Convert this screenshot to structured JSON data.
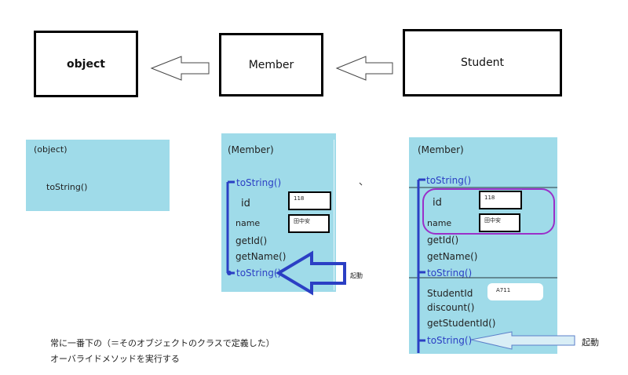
{
  "hierarchy": {
    "object_label": "object",
    "member_label": "Member",
    "student_label": "Student"
  },
  "object_panel": {
    "title": "(object)",
    "methods": [
      "toString()"
    ]
  },
  "member_panel": {
    "title": "(Member)",
    "inherited_method": "toString()",
    "fields": [
      {
        "name": "id",
        "value": "118"
      },
      {
        "name": "name",
        "value": "田中安"
      }
    ],
    "methods": [
      "getId()",
      "getName()"
    ],
    "override_method": "toString()",
    "invoke_label": "起動"
  },
  "student_panel": {
    "title": "(Member)",
    "inherited_method": "toString()",
    "fields": [
      {
        "name": "id",
        "value": "118"
      },
      {
        "name": "name",
        "value": "田中安"
      }
    ],
    "methods": [
      "getId()",
      "getName()"
    ],
    "member_override": "toString()",
    "student_field": {
      "name": "StudentId",
      "value": "A711"
    },
    "student_methods": [
      "discount()",
      "getStudentId()"
    ],
    "student_override": "toString()",
    "invoke_label": "起動"
  },
  "note": {
    "line1": "常に一番下の（＝そのオブジェクトのクラスで定義した）",
    "line2": "オーバライドメソッドを実行する"
  },
  "colors": {
    "panel": "#9fdbe9",
    "accent_blue": "#2b3fc4",
    "highlight_purple": "#9b2fc9"
  }
}
